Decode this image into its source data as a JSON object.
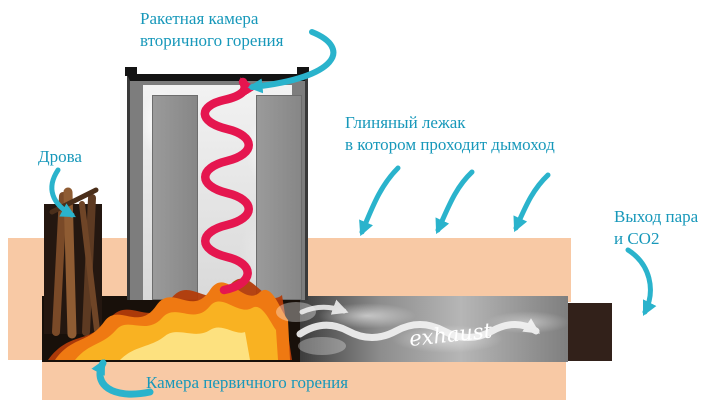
{
  "diagram": {
    "labels": {
      "secondary_chamber_line1": "Ракетная камера",
      "secondary_chamber_line2": "вторичного горения",
      "firewood": "Дрова",
      "clay_bench_line1": "Глиняный лежак",
      "clay_bench_line2": "в котором проходит дымоход",
      "steam_exit_line1": "Выход пара",
      "steam_exit_line2": "и CO2",
      "primary_chamber": "Камера первичного горения",
      "exhaust": "exhaust"
    },
    "colors": {
      "label_text": "#1798ba",
      "arrow_cyan": "#2ab3cc",
      "bench_peach": "#f8c9a5",
      "stove_gray": "#7d7d7d",
      "pillar_gray": "#8f8f8f",
      "spiral_red": "#e5164f",
      "flame_orange": "#ef7912",
      "flame_yellow": "#f9b222",
      "wood_brown": "#241710",
      "exhaust_block_brown": "#32211a",
      "duct_smoke": "#b6b6b6"
    }
  }
}
